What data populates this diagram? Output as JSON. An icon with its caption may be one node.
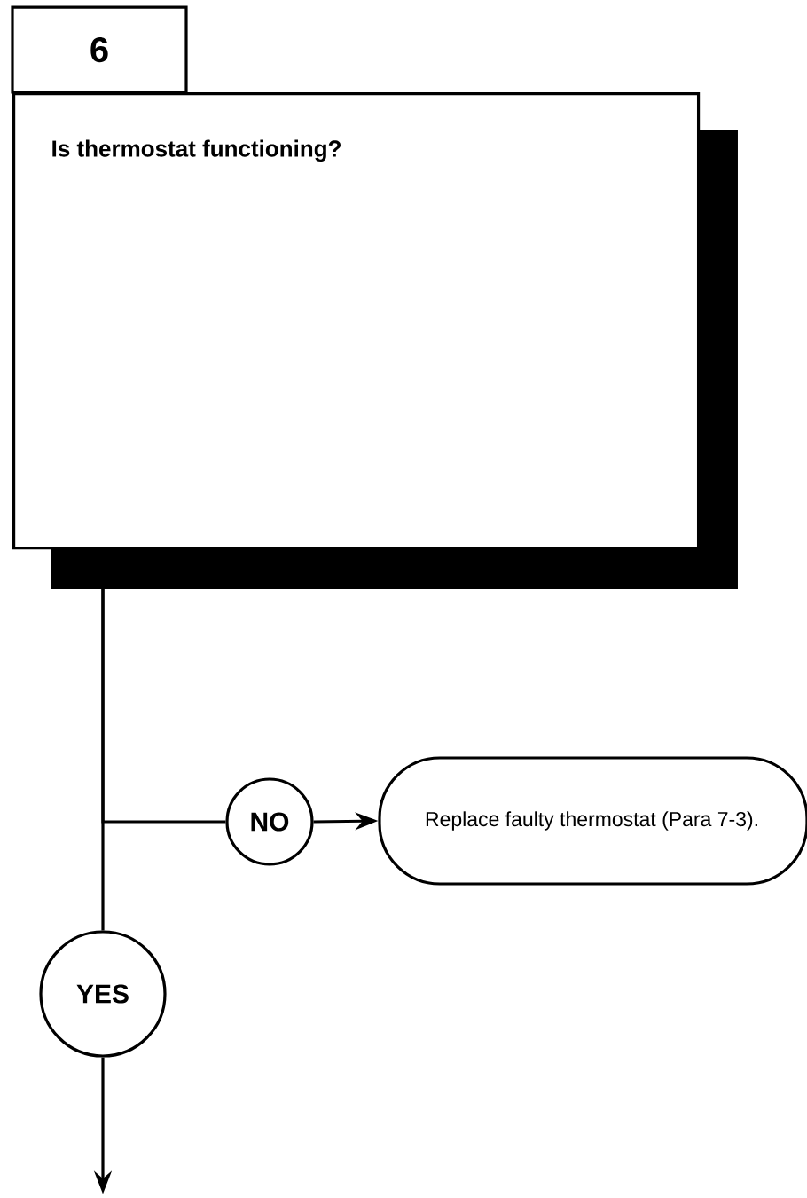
{
  "diagram": {
    "nodes": [
      {
        "text": [
          "6"
        ]
      },
      {
        "text": [
          "Is thermostat functioning?"
        ]
      },
      {
        "text": [
          "NO"
        ]
      },
      {
        "text": [
          "Replace faulty thermostat (Para 7-3)."
        ]
      },
      {
        "text": [
          "YES"
        ]
      }
    ],
    "edges": [
      {
        "from": 1,
        "to": 2,
        "arrow": "none"
      },
      {
        "from": 2,
        "to": 3,
        "arrow": "to"
      },
      {
        "from": 1,
        "to": 4,
        "arrow": "none"
      },
      {
        "from": 4,
        "to": null,
        "arrow": "to"
      }
    ]
  }
}
